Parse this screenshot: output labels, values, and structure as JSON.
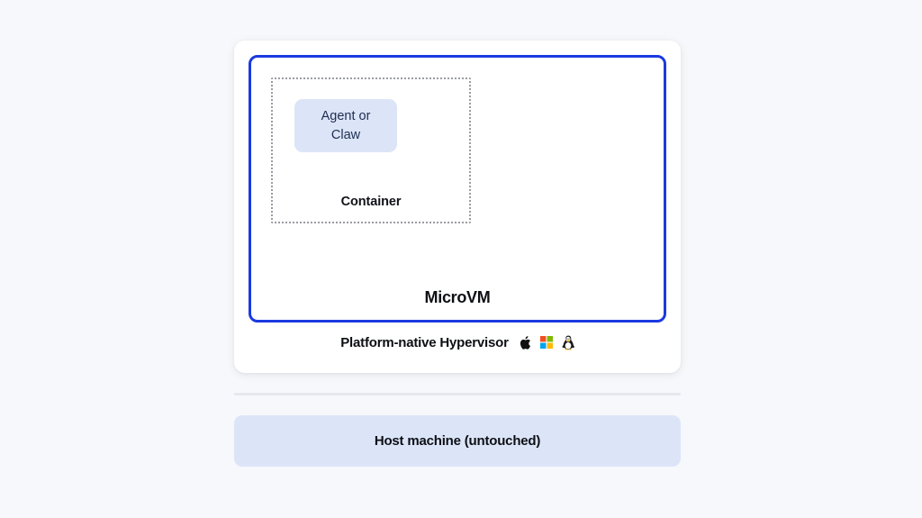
{
  "diagram": {
    "background_color": "#f7f8fb",
    "layers": {
      "agent": {
        "label": "Agent or\nClaw",
        "fill_color": "#dce5f8",
        "text_color": "#1d2d4f"
      },
      "container": {
        "label": "Container",
        "border_style": "dotted",
        "border_color": "#9a9ca3"
      },
      "microvm": {
        "label": "MicroVM",
        "border_color": "#1a3ae0",
        "fill_color": "#ffffff"
      },
      "hypervisor": {
        "label": "Platform-native Hypervisor",
        "os_icons": [
          {
            "name": "apple-icon",
            "title": "macOS"
          },
          {
            "name": "windows-icon",
            "title": "Windows"
          },
          {
            "name": "linux-icon",
            "title": "Linux"
          }
        ]
      },
      "host": {
        "label": "Host machine (untouched)",
        "fill_color": "#dce5f8",
        "text_color": "#0d0f14"
      }
    },
    "divider": {
      "color": "#e6e8ef"
    }
  }
}
